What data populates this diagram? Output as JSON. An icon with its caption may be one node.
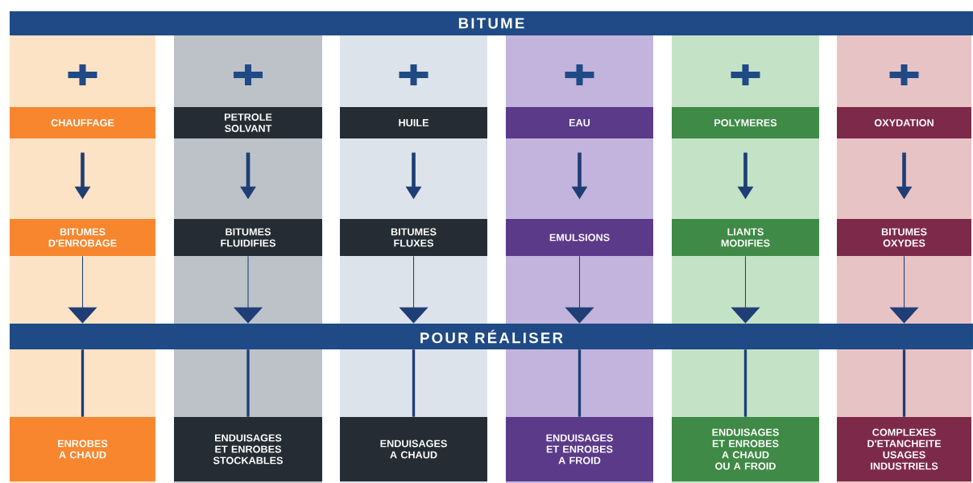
{
  "diagram": {
    "nodes": [
      {
        "text": [
          "BITUME"
        ]
      },
      {
        "text": [
          "CHAUFFAGE"
        ]
      },
      {
        "text": [
          "PETROLE SOLVANT"
        ]
      },
      {
        "text": [
          "HUILE"
        ]
      },
      {
        "text": [
          "EAU"
        ]
      },
      {
        "text": [
          "POLYMERES"
        ]
      },
      {
        "text": [
          "OXYDATION"
        ]
      },
      {
        "text": [
          "BITUMES D'ENROBAGE"
        ]
      },
      {
        "text": [
          "BITUMES FLUIDIFIES"
        ]
      },
      {
        "text": [
          "BITUMES FLUXES"
        ]
      },
      {
        "text": [
          "EMULSIONS"
        ]
      },
      {
        "text": [
          "LIANTS MODIFIES"
        ]
      },
      {
        "text": [
          "BITUMES OXYDES"
        ]
      },
      {
        "text": [
          "POUR RÉALISER"
        ]
      },
      {
        "text": [
          "ENROBES A CHAUD"
        ]
      },
      {
        "text": [
          "ENDUISAGES ET ENROBES STOCKABLES"
        ]
      },
      {
        "text": [
          "ENDUISAGES A CHAUD"
        ]
      },
      {
        "text": [
          "ENDUISAGES ET ENROBES A FROID"
        ]
      },
      {
        "text": [
          "ENDUISAGES ET ENROBES A CHAUD OU A FROID"
        ]
      },
      {
        "text": [
          "COMPLEXES D'ETANCHEITE USAGES INDUSTRIELS"
        ]
      }
    ],
    "edges": [
      {
        "from": 1,
        "to": 7,
        "arrow": "to"
      },
      {
        "from": 2,
        "to": 8,
        "arrow": "to"
      },
      {
        "from": 3,
        "to": 9,
        "arrow": "to"
      },
      {
        "from": 4,
        "to": 10,
        "arrow": "to"
      },
      {
        "from": 5,
        "to": 11,
        "arrow": "to"
      },
      {
        "from": 6,
        "to": 12,
        "arrow": "to"
      },
      {
        "from": 7,
        "to": 13,
        "arrow": "to"
      },
      {
        "from": 8,
        "to": 13,
        "arrow": "to"
      },
      {
        "from": 9,
        "to": 13,
        "arrow": "to"
      },
      {
        "from": 10,
        "to": 13,
        "arrow": "to"
      },
      {
        "from": 11,
        "to": 13,
        "arrow": "to"
      },
      {
        "from": 12,
        "to": 13,
        "arrow": "to"
      },
      {
        "from": 13,
        "to": 14,
        "arrow": "none"
      },
      {
        "from": 13,
        "to": 15,
        "arrow": "none"
      },
      {
        "from": 13,
        "to": 16,
        "arrow": "none"
      },
      {
        "from": 13,
        "to": 17,
        "arrow": "none"
      },
      {
        "from": 13,
        "to": 18,
        "arrow": "none"
      },
      {
        "from": 13,
        "to": 19,
        "arrow": "none"
      }
    ]
  }
}
